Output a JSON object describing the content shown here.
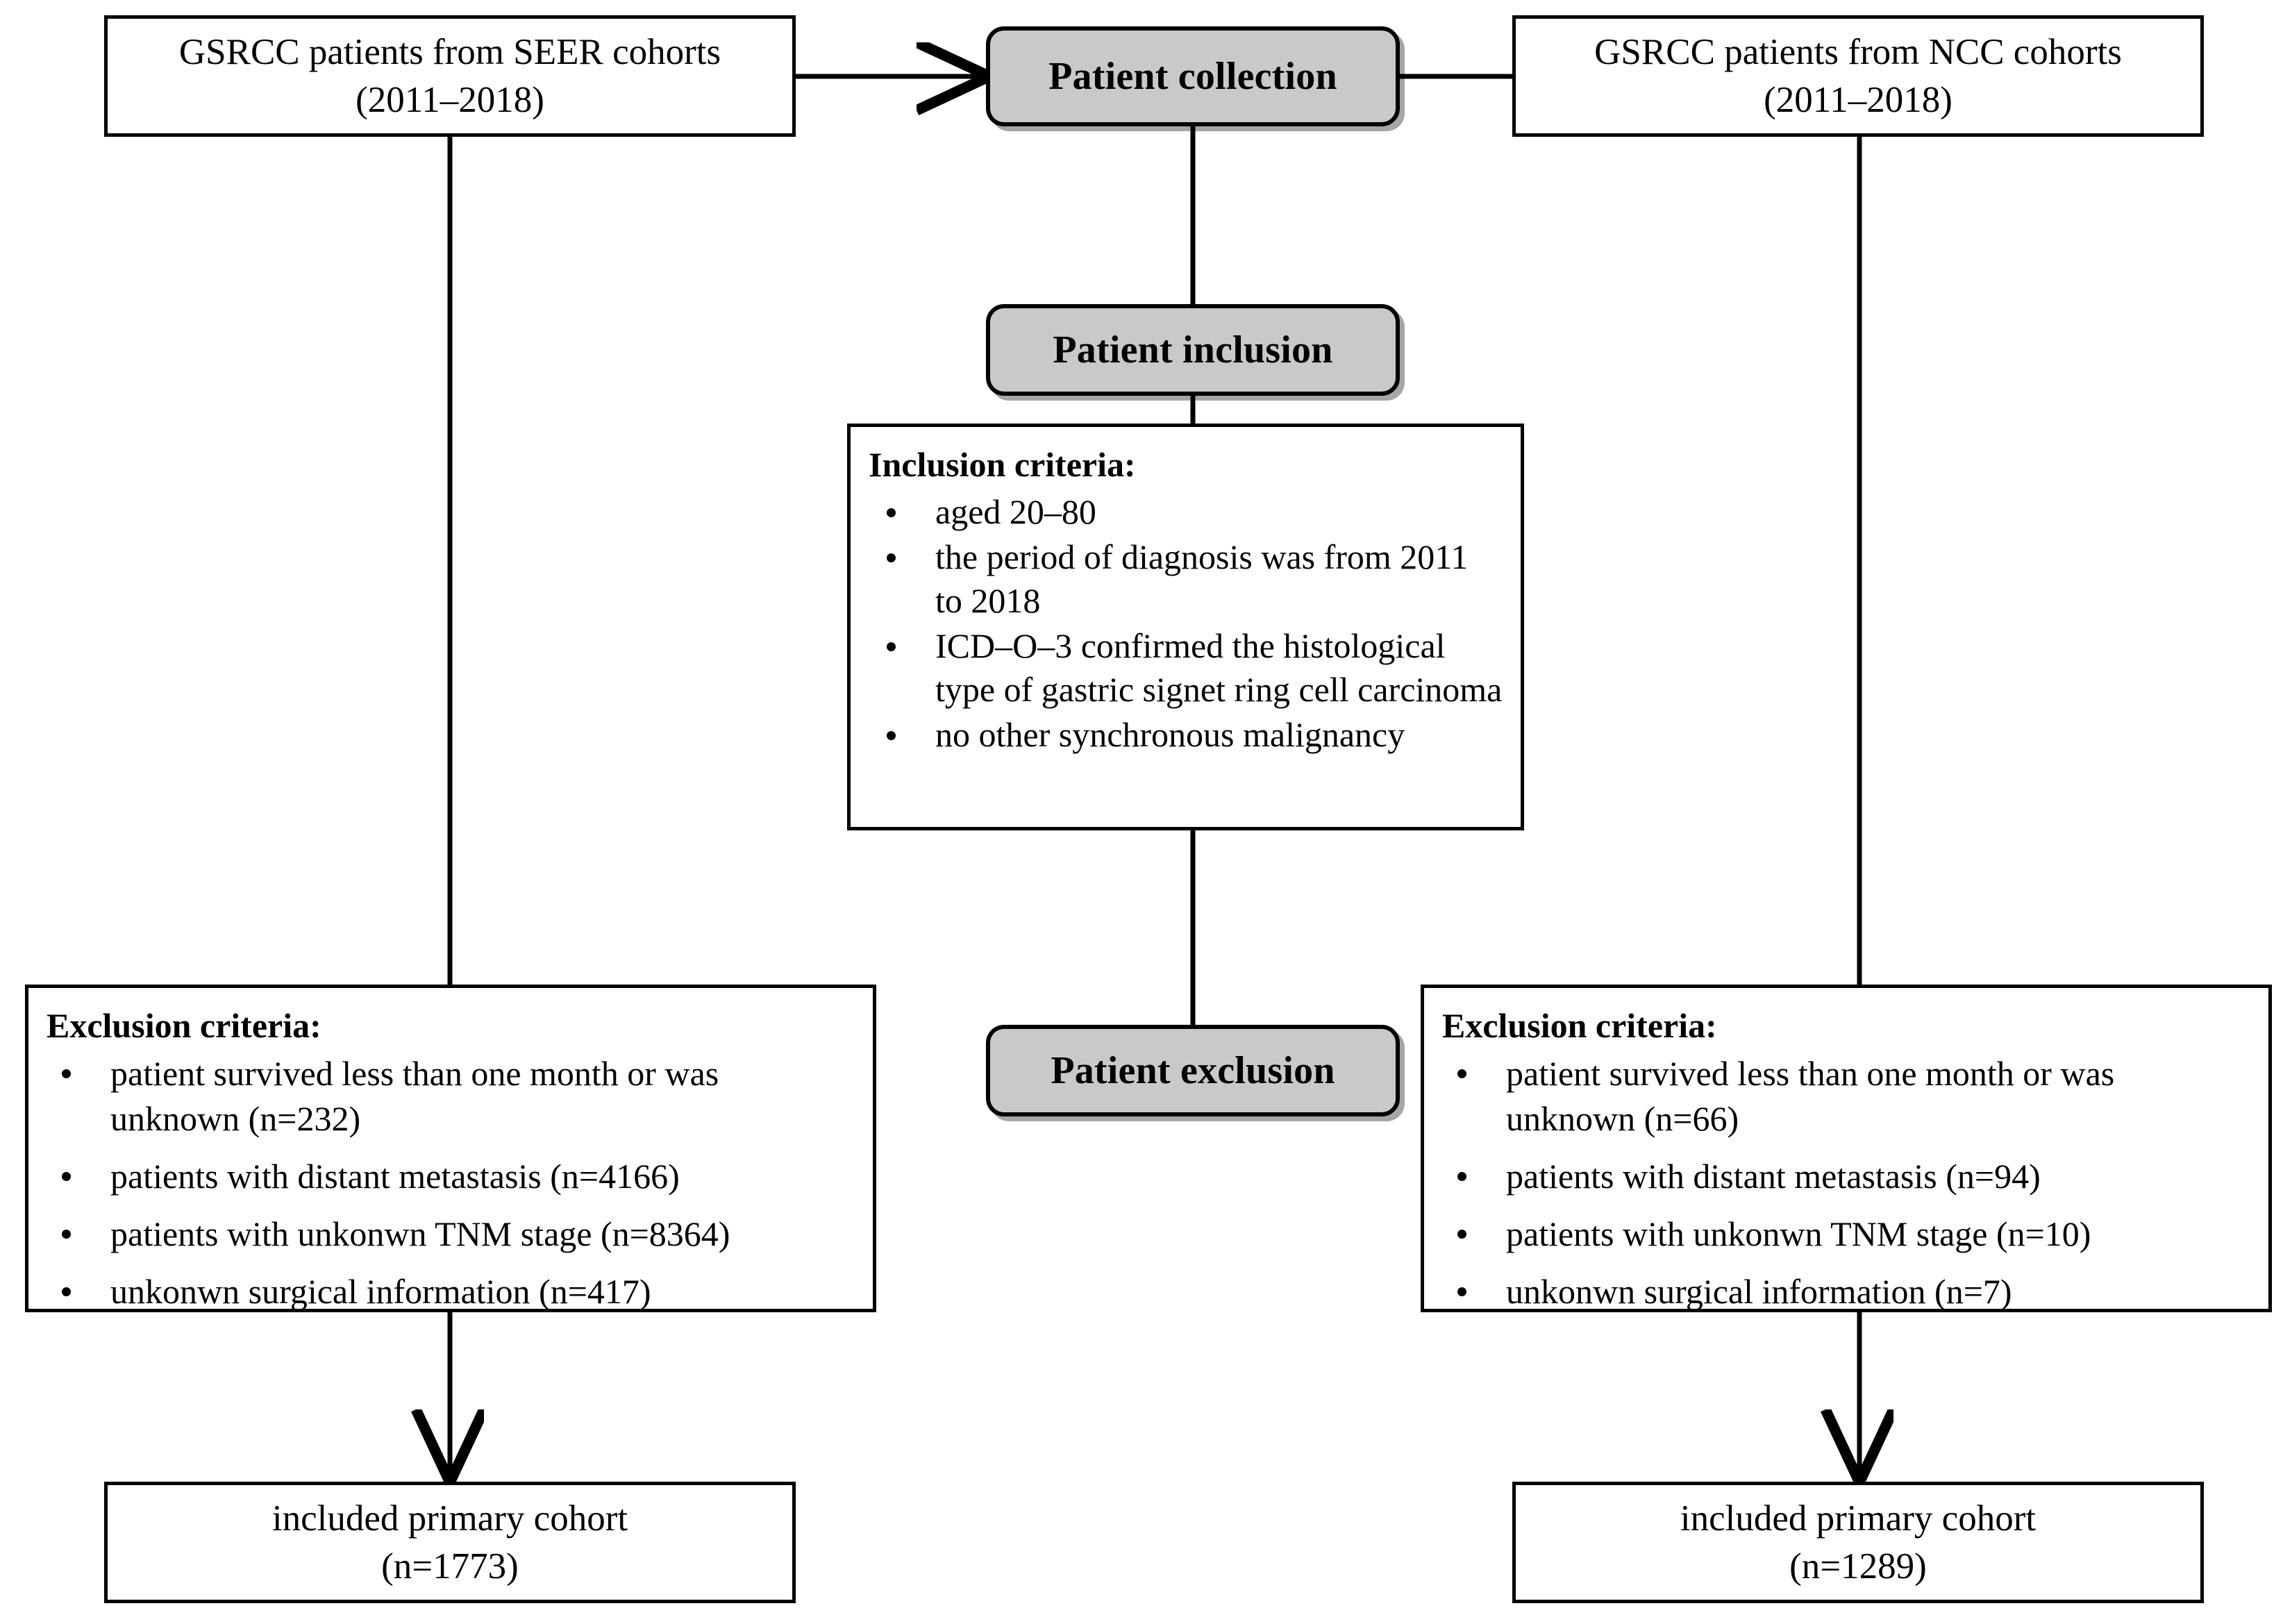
{
  "diagram": {
    "title": "GSRCC patient selection flowchart",
    "colors": {
      "stage_fill": "#c9c9c9",
      "box_fill": "#ffffff",
      "stroke": "#000000"
    },
    "sources": {
      "left": {
        "line1": "GSRCC patients from SEER cohorts",
        "line2": "(2011–2018)"
      },
      "right": {
        "line1": "GSRCC patients from NCC cohorts",
        "line2": "(2011–2018)"
      }
    },
    "stages": {
      "collection": "Patient collection",
      "inclusion": "Patient inclusion",
      "exclusion": "Patient exclusion"
    },
    "inclusion_criteria": {
      "title": "Inclusion criteria:",
      "items": [
        "aged 20–80",
        "the period of diagnosis was from 2011 to 2018",
        "ICD–O–3 confirmed the histological type of gastric signet ring cell carcinoma",
        "no other synchronous malignancy"
      ]
    },
    "exclusion_left": {
      "title": "Exclusion criteria:",
      "items": [
        "patient survived less than one month or was unknown (n=232)",
        "patients with distant metastasis (n=4166)",
        "patients with unkonwn TNM stage (n=8364)",
        "unkonwn surgical information (n=417)"
      ]
    },
    "exclusion_right": {
      "title": "Exclusion criteria:",
      "items": [
        "patient survived less than one month or was unknown (n=66)",
        "patients with distant metastasis (n=94)",
        "patients with unkonwn TNM stage (n=10)",
        "unkonwn surgical information (n=7)"
      ]
    },
    "outcomes": {
      "left": {
        "line1": "included primary cohort",
        "line2": "(n=1773)"
      },
      "right": {
        "line1": "included primary cohort",
        "line2": "(n=1289)"
      }
    }
  }
}
